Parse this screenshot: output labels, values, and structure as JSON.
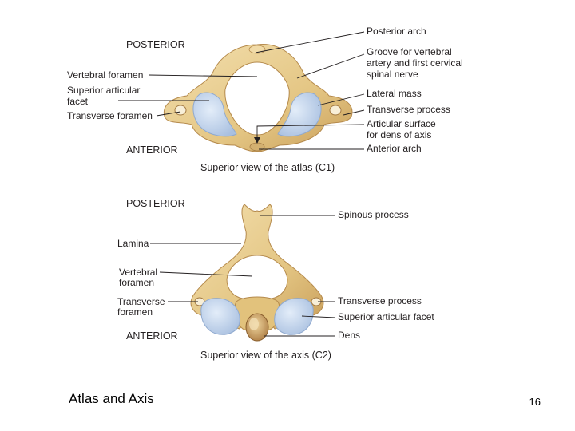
{
  "slide": {
    "title": "Atlas and Axis",
    "page_number": "16"
  },
  "atlas": {
    "posterior": "POSTERIOR",
    "anterior": "ANTERIOR",
    "caption": "Superior view of the atlas (C1)",
    "labels": {
      "vertebral_foramen": "Vertebral foramen",
      "superior_articular_facet_1": "Superior articular",
      "superior_articular_facet_2": "facet",
      "transverse_foramen": "Transverse foramen",
      "posterior_arch": "Posterior arch",
      "groove_1": "Groove for vertebral",
      "groove_2": "artery and first cervical",
      "groove_3": "spinal nerve",
      "lateral_mass": "Lateral mass",
      "transverse_process": "Transverse process",
      "articular_surface_1": "Articular surface",
      "articular_surface_2": "for dens of axis",
      "anterior_arch": "Anterior arch"
    }
  },
  "axis": {
    "posterior": "POSTERIOR",
    "anterior": "ANTERIOR",
    "caption": "Superior view of the axis (C2)",
    "labels": {
      "lamina": "Lamina",
      "vertebral_foramen_1": "Vertebral",
      "vertebral_foramen_2": "foramen",
      "transverse_foramen_1": "Transverse",
      "transverse_foramen_2": "foramen",
      "spinous_process": "Spinous process",
      "transverse_process": "Transverse process",
      "superior_articular_facet": "Superior articular facet",
      "dens": "Dens"
    }
  },
  "colors": {
    "bone": "#e8cf96",
    "bone_dark": "#c9a25e",
    "facet": "#c3d6ee",
    "facet_edge": "#8fa9cf",
    "ink": "#231f20"
  }
}
